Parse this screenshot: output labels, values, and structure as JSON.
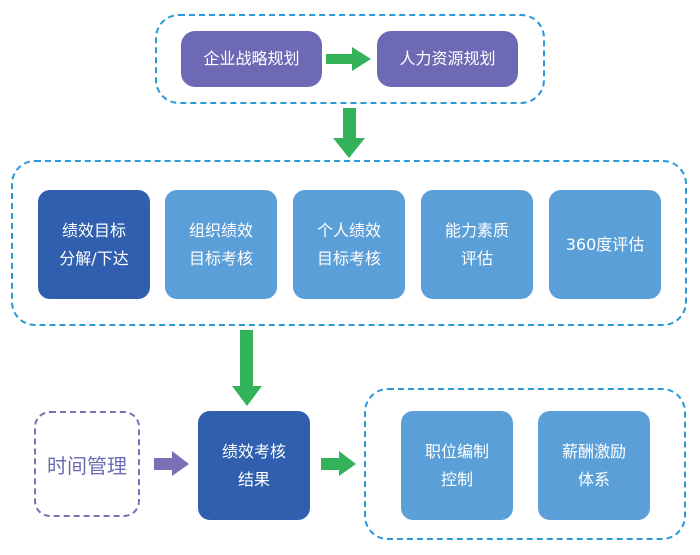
{
  "colors": {
    "dash_blue": "#2a9ad6",
    "dash_purple": "#7b6fb6",
    "purple_box": "#6d69b4",
    "dark_blue_box": "#2f5fae",
    "light_blue_box": "#5b9fd8",
    "green_arrow": "#34b25a",
    "purple_arrow": "#7b6fb6"
  },
  "top": {
    "strategy": "企业战略规划",
    "hr_plan": "人力资源规划"
  },
  "middle": {
    "items": [
      "绩效目标\n分解/下达",
      "组织绩效\n目标考核",
      "个人绩效\n目标考核",
      "能力素质\n评估",
      "360度评估"
    ]
  },
  "bottom": {
    "time_mgmt": "时间管理",
    "result": "绩效考核\n结果",
    "position": "职位编制\n控制",
    "salary": "薪酬激励\n体系"
  }
}
